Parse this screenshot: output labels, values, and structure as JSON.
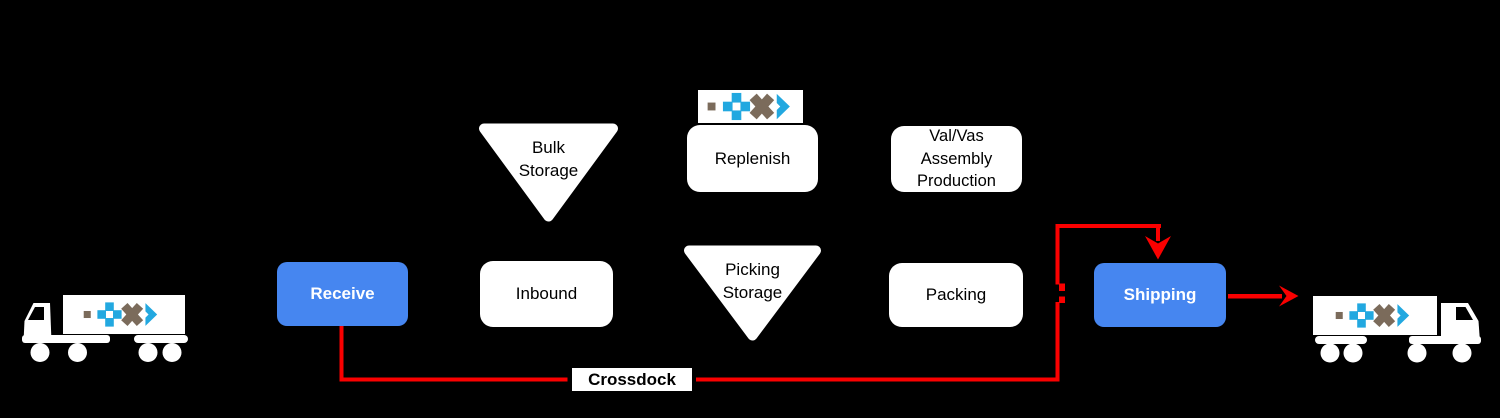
{
  "colors": {
    "canvas_bg": "#000000",
    "node_fill": "#ffffff",
    "node_text": "#000000",
    "accent_blue": "#4686F0",
    "accent_text": "#ffffff",
    "flow_red": "#FA0000",
    "logo_cyan": "#22A8E0",
    "logo_brown": "#7B6B5B",
    "truck_white": "#ffffff"
  },
  "nodes": {
    "receive": {
      "label": "Receive"
    },
    "inbound": {
      "label": "Inbound"
    },
    "bulk_storage": {
      "lines": [
        "Bulk",
        "Storage"
      ]
    },
    "replenish": {
      "label": "Replenish"
    },
    "picking_storage": {
      "lines": [
        "Picking",
        "Storage"
      ]
    },
    "val_vas": {
      "lines": [
        "Val/Vas",
        "Assembly",
        "Production"
      ]
    },
    "packing": {
      "label": "Packing"
    },
    "shipping": {
      "label": "Shipping"
    }
  },
  "edges": {
    "crossdock": {
      "label": "Crossdock"
    }
  },
  "icons": {
    "inbound_truck": "truck-icon",
    "outbound_truck": "truck-icon",
    "brand_logo": "brand-logo"
  }
}
